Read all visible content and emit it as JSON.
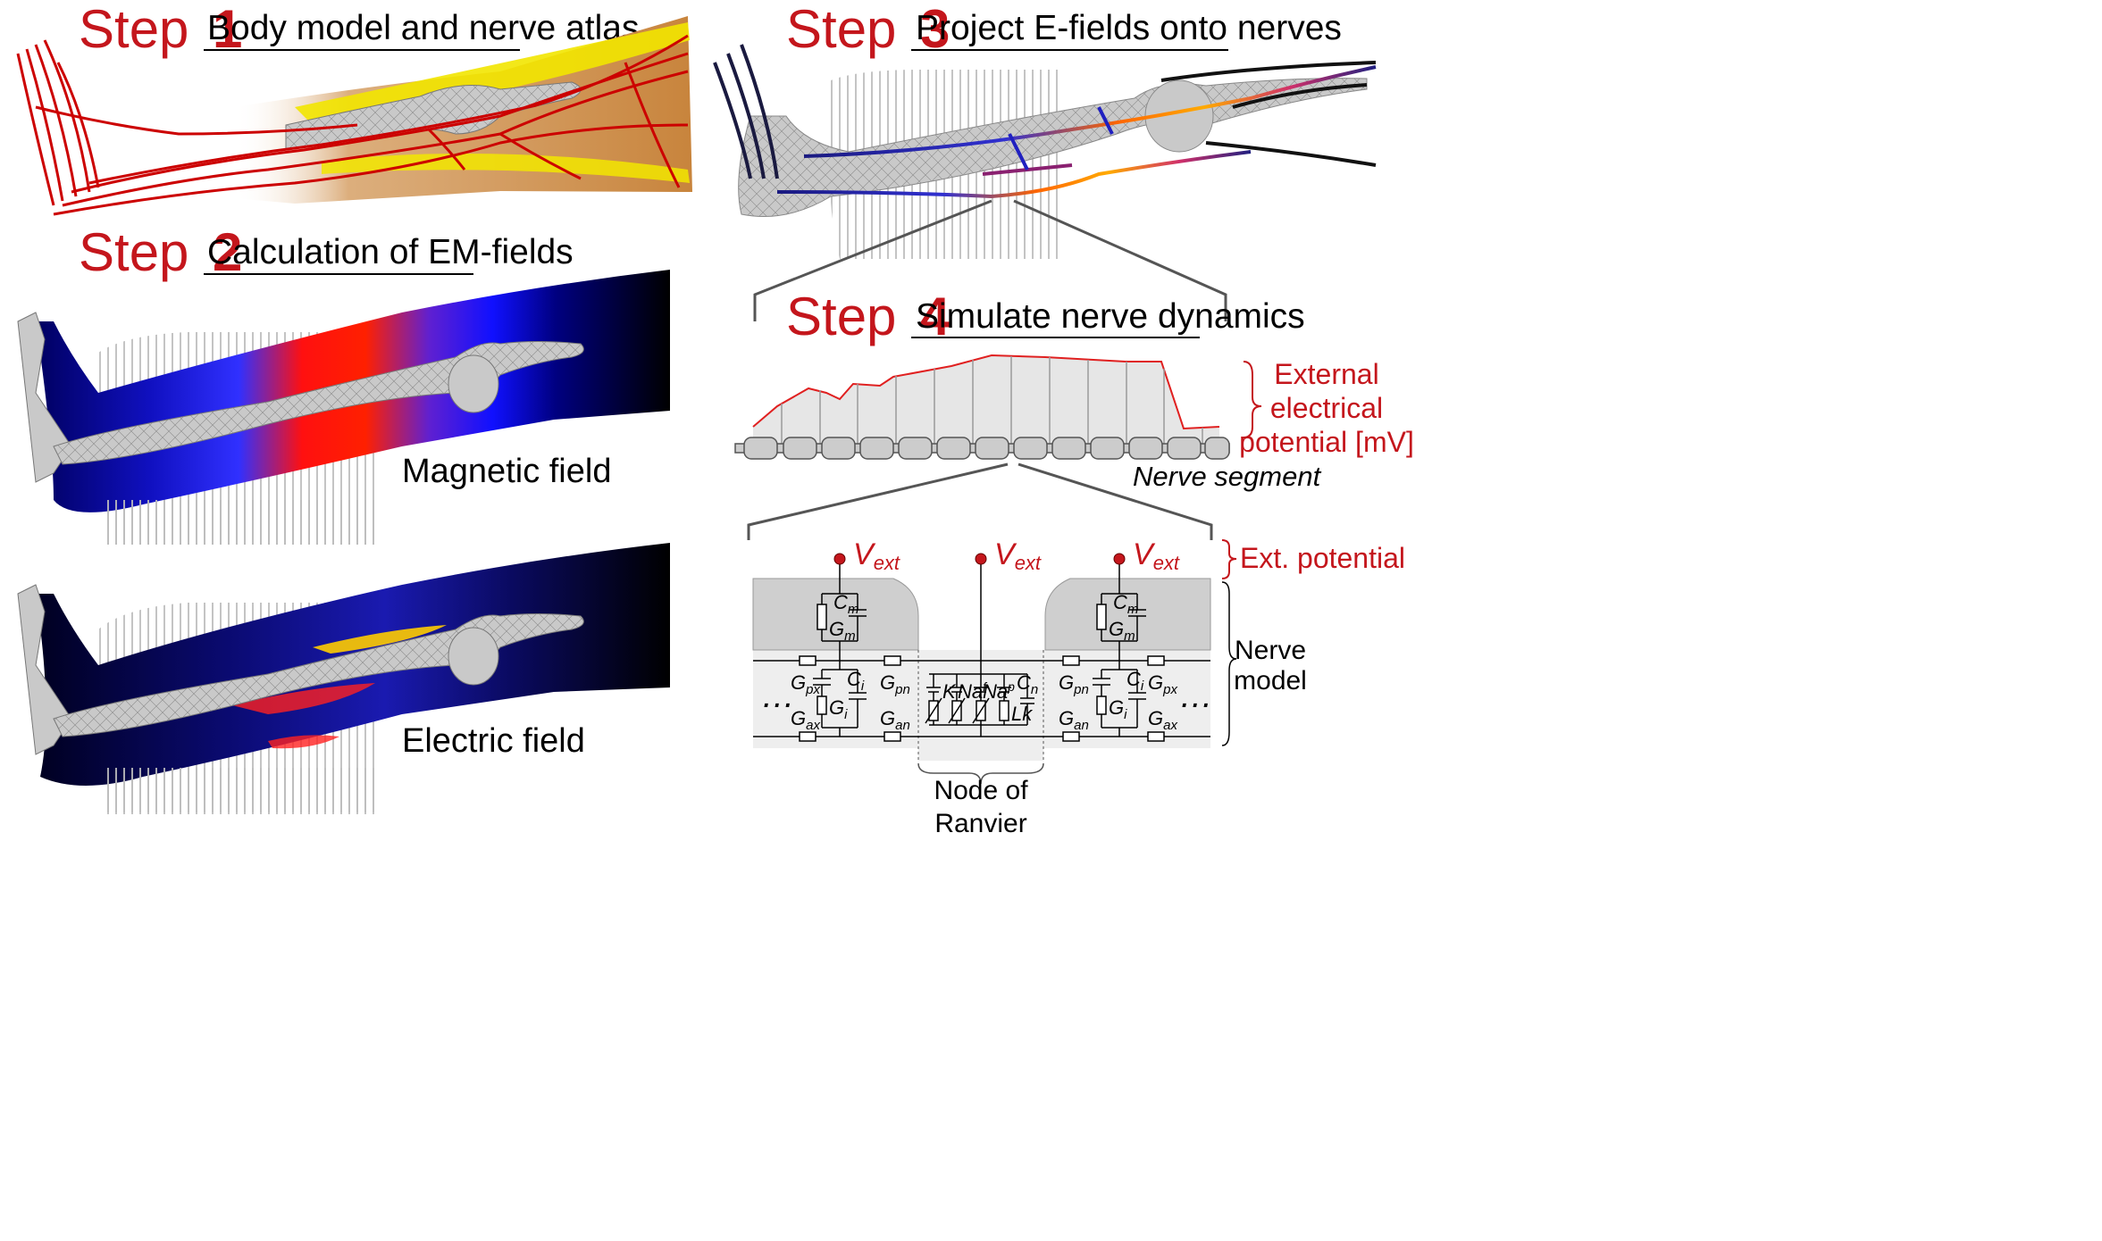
{
  "steps": [
    {
      "word": "Step",
      "number": "1",
      "title": "Body model and nerve atlas"
    },
    {
      "word": "Step",
      "number": "2",
      "title": "Calculation of EM-fields"
    },
    {
      "word": "Step",
      "number": "3",
      "title": "Project E-fields onto nerves"
    },
    {
      "word": "Step",
      "number": "4",
      "title": "Simulate nerve dynamics"
    }
  ],
  "field_labels": {
    "magnetic": "Magnetic field",
    "electric": "Electric field"
  },
  "potential_label": {
    "line1": "External",
    "line2": "electrical",
    "line3": "potential [mV]"
  },
  "nerve_segment_label": "Nerve segment",
  "circuit": {
    "vext_main": "V",
    "vext_sub": "ext",
    "ext_potential_label": "Ext. potential",
    "nerve_model_line1": "Nerve",
    "nerve_model_line2": "model",
    "node_line1": "Node of",
    "node_line2": "Ranvier",
    "ellipsis": "…",
    "components": {
      "Cm": "C",
      "Cm_sub": "m",
      "Gm": "G",
      "Gm_sub": "m",
      "Ci": "C",
      "Ci_sub": "i",
      "Gi": "G",
      "Gi_sub": "i",
      "Gpx": "G",
      "Gpx_sub": "px",
      "Gax": "G",
      "Gax_sub": "ax",
      "Gpn": "G",
      "Gpn_sub": "pn",
      "Gan": "G",
      "Gan_sub": "an",
      "Cn": "C",
      "Cn_sub": "n",
      "K": "K",
      "Naf": "Na",
      "Naf_sup": "f",
      "Nap": "Na",
      "Nap_sup": "p",
      "Lk": "Lk"
    }
  },
  "colors": {
    "step_red": "#c4161c",
    "nerve_red": "#cc0000",
    "fat_yellow": "#f2e600",
    "muscle_brown": "#c8843c",
    "bone_gray": "#c9c9c9",
    "tissue_blue": "#1f1fd6",
    "tissue_dark": "#000000",
    "coil_gray": "#bdbdbd"
  }
}
